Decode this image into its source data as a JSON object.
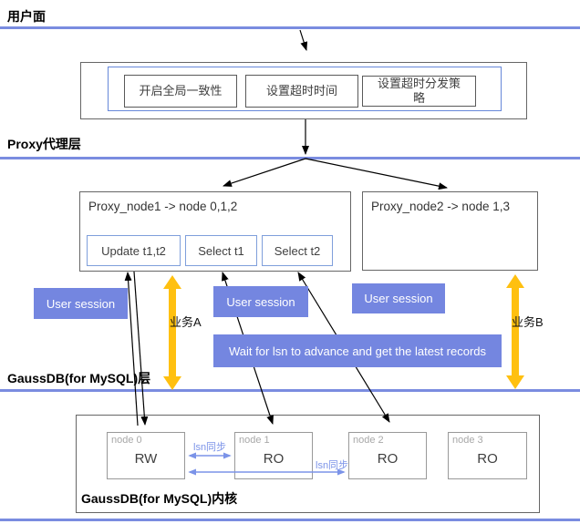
{
  "layers": {
    "user_label": "用户面",
    "proxy_label": "Proxy代理层",
    "gaussdb_label": "GaussDB(for MySQL)层"
  },
  "user_plane": {
    "actions": [
      "开启全局一致性",
      "设置超时时间",
      "设置超时分发策略"
    ]
  },
  "proxy": {
    "node1_title": "Proxy_node1 -> node 0,1,2",
    "node2_title": "Proxy_node2 -> node 1,3",
    "queries": [
      "Update t1,t2",
      "Select t1",
      "Select t2"
    ]
  },
  "sessions": {
    "badge_label": "User session",
    "wait_banner": "Wait for lsn to advance and get the latest records"
  },
  "flows": {
    "a_label": "业务A",
    "b_label": "业务B"
  },
  "kernel": {
    "title": "GaussDB(for MySQL)内核",
    "sync_label": "lsn同步",
    "nodes": [
      {
        "name": "node 0",
        "role": "RW"
      },
      {
        "name": "node 1",
        "role": "RO"
      },
      {
        "name": "node 2",
        "role": "RO"
      },
      {
        "name": "node 3",
        "role": "RO"
      }
    ]
  },
  "colors": {
    "divider": "#7a8ce0",
    "badge": "#7486e0",
    "accent-yellow": "#ffc010",
    "lsn-blue": "#7b93e8"
  }
}
